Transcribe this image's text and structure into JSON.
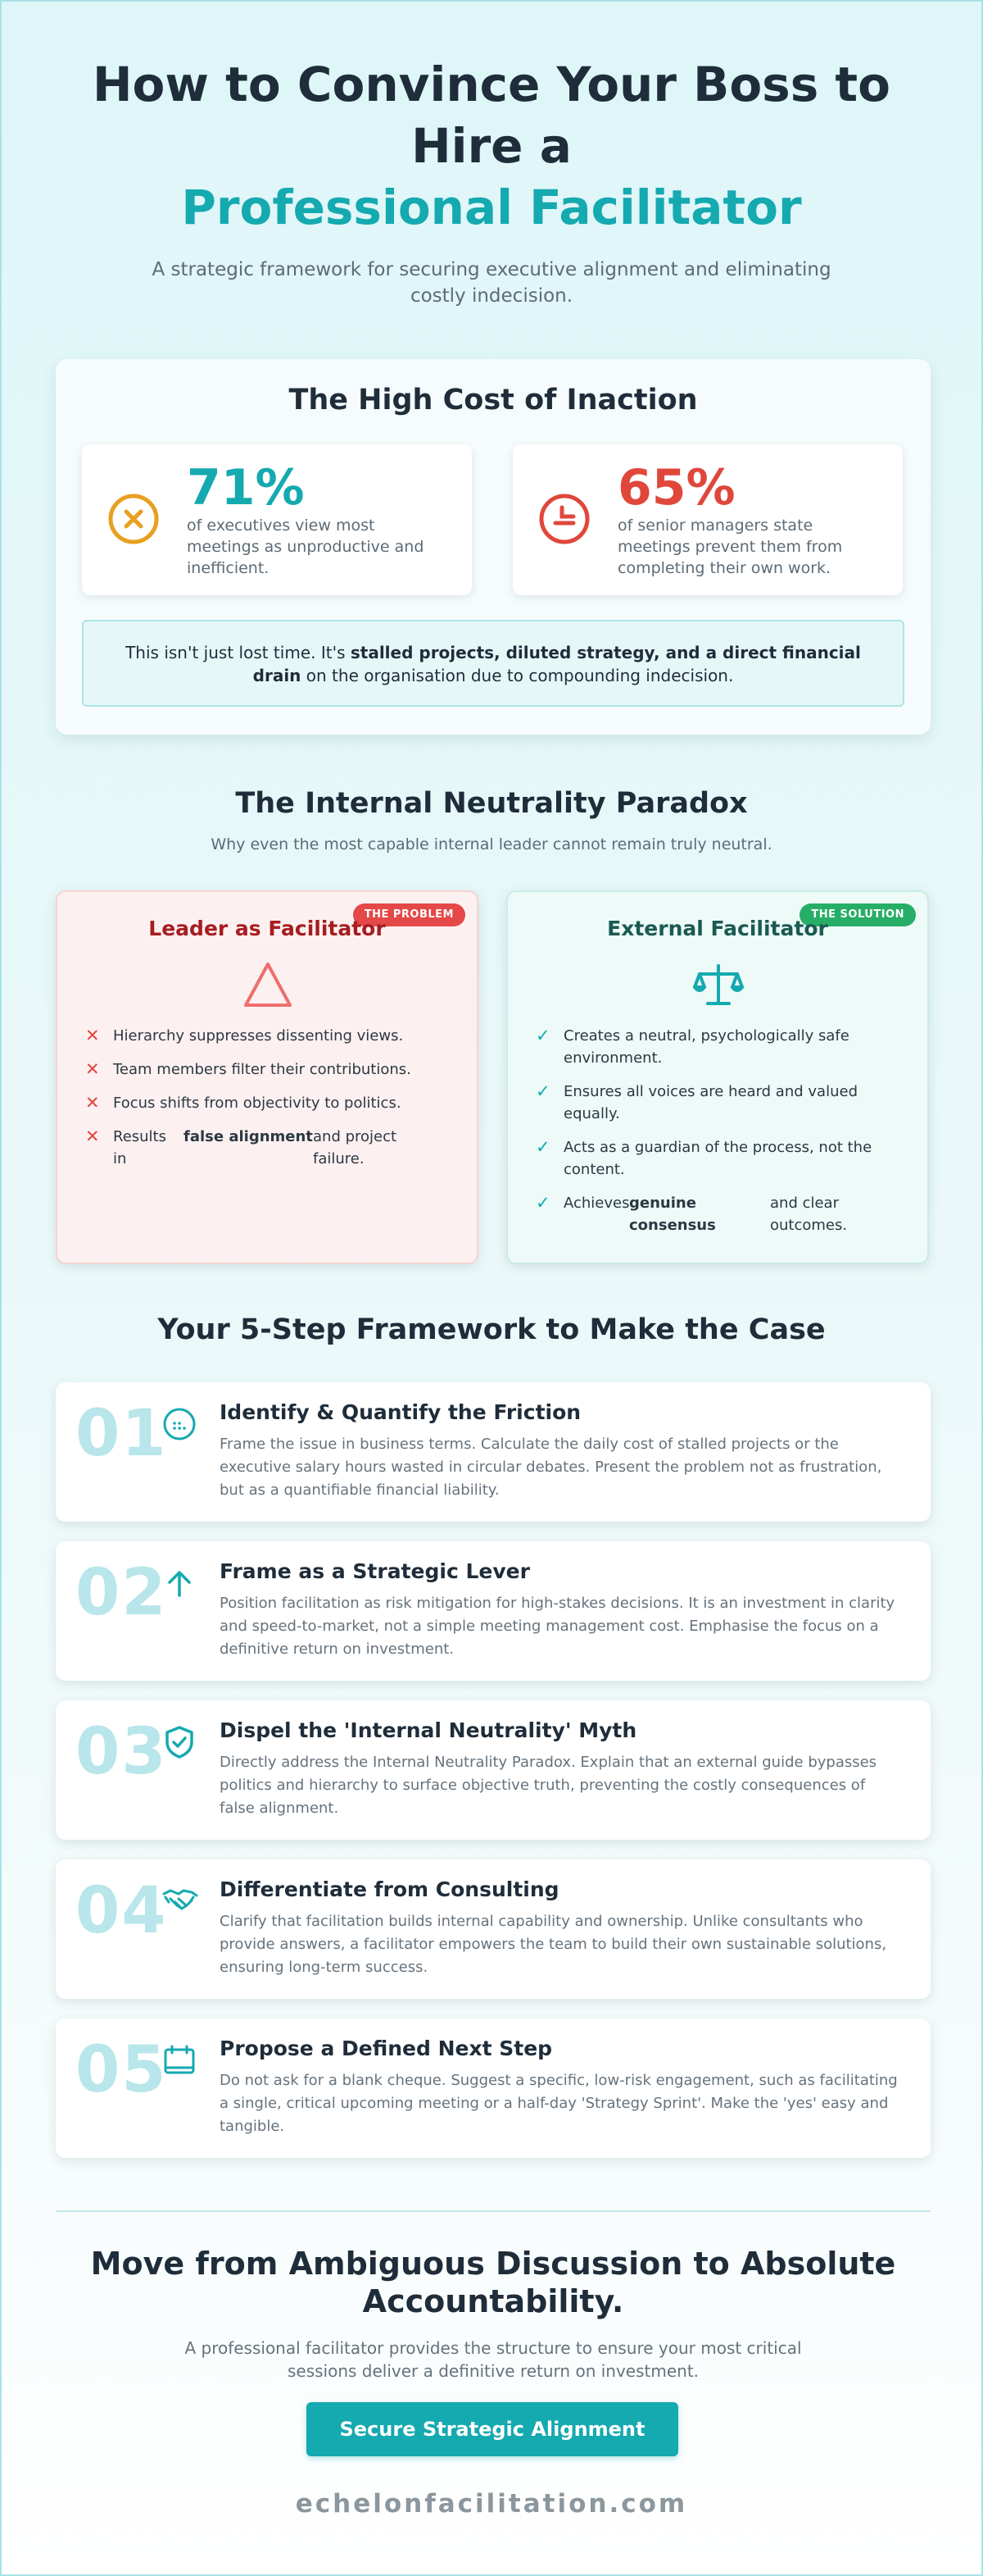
{
  "hero": {
    "title_line1": "How to Convince Your Boss to Hire a",
    "title_accent": "Professional Facilitator",
    "subtitle": "A strategic framework for securing executive alignment and eliminating costly indecision."
  },
  "cost": {
    "title": "The High Cost of Inaction",
    "stats": [
      {
        "value": "71%",
        "desc": "of executives view most meetings as unproductive and inefficient.",
        "icon": "x-circle-icon",
        "color": "#e8a020"
      },
      {
        "value": "65%",
        "desc": "of senior managers state meetings prevent them from completing their own work.",
        "icon": "clock-icon",
        "color": "#e0473b"
      }
    ],
    "quote_pre": "This isn't just lost time. It's ",
    "quote_bold": "stalled projects, diluted strategy, and a direct financial drain",
    "quote_post": " on the organisation due to compounding indecision."
  },
  "paradox": {
    "title": "The Internal Neutrality Paradox",
    "subtitle": "Why even the most capable internal leader cannot remain truly neutral.",
    "problem": {
      "badge": "THE PROBLEM",
      "title": "Leader as Facilitator",
      "items": [
        "Hierarchy suppresses dissenting views.",
        "Team members filter their contributions.",
        "Focus shifts from objectivity to politics."
      ],
      "last_item": {
        "a": "Results in",
        "b": "false alignment",
        "c": "and project failure."
      }
    },
    "solution": {
      "badge": "THE SOLUTION",
      "title": "External Facilitator",
      "items": [
        "Creates a neutral, psychologically safe environment.",
        "Ensures all voices are heard and valued equally.",
        "Acts as a guardian of the process, not the content."
      ],
      "last_item": {
        "a": "Achieves",
        "b": "genuine consensus",
        "c": "and clear outcomes."
      }
    }
  },
  "steps": {
    "title": "Your 5-Step Framework to Make the Case",
    "items": [
      {
        "num": "01",
        "title": "Identify & Quantify the Friction",
        "desc": "Frame the issue in business terms. Calculate the daily cost of stalled projects or the executive salary hours wasted in circular debates. Present the problem not as frustration, but as a quantifiable financial liability.",
        "icon": "calculator-icon"
      },
      {
        "num": "02",
        "title": "Frame as a Strategic Lever",
        "desc": "Position facilitation as risk mitigation for high-stakes decisions. It is an investment in clarity and speed-to-market, not a simple meeting management cost. Emphasise the focus on a definitive return on investment.",
        "icon": "arrow-up-icon"
      },
      {
        "num": "03",
        "title": "Dispel the 'Internal Neutrality' Myth",
        "desc": "Directly address the Internal Neutrality Paradox. Explain that an external guide bypasses politics and hierarchy to surface objective truth, preventing the costly consequences of false alignment.",
        "icon": "shield-check-icon"
      },
      {
        "num": "04",
        "title": "Differentiate from Consulting",
        "desc": "Clarify that facilitation builds internal capability and ownership. Unlike consultants who provide answers, a facilitator empowers the team to build their own sustainable solutions, ensuring long-term success.",
        "icon": "handshake-icon"
      },
      {
        "num": "05",
        "title": "Propose a Defined Next Step",
        "desc": "Do not ask for a blank cheque. Suggest a specific, low-risk engagement, such as facilitating a single, critical upcoming meeting or a half-day 'Strategy Sprint'. Make the 'yes' easy and tangible.",
        "icon": "calendar-icon"
      }
    ]
  },
  "cta": {
    "title": "Move from Ambiguous Discussion to Absolute Accountability.",
    "subtitle": "A professional facilitator provides the structure to ensure your most critical sessions deliver a definitive return on investment.",
    "button": "Secure Strategic Alignment",
    "url": "echelonfacilitation.com"
  },
  "colors": {
    "accent": "#15a9b0",
    "danger": "#e0473b",
    "warning": "#e8a020",
    "success": "#27ae66"
  }
}
